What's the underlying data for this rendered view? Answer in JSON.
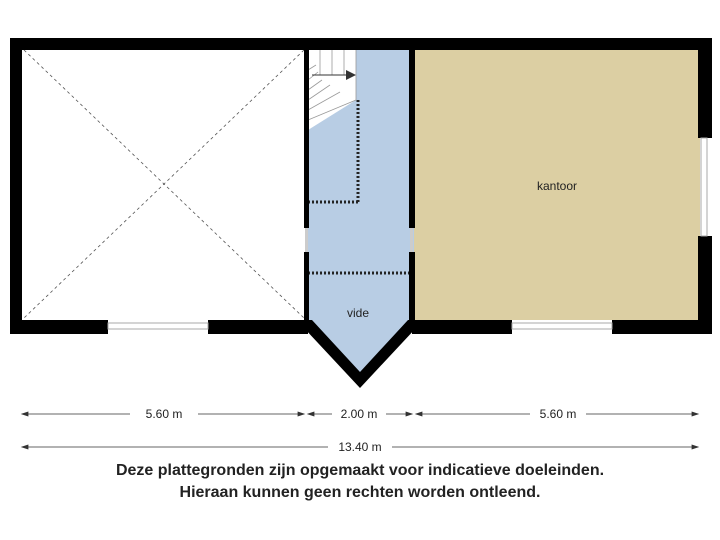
{
  "colors": {
    "wall": "#000000",
    "office_floor": "#dccfa3",
    "hall_floor": "#b8cde4",
    "open_floor": "#ffffff",
    "window": "#cfcfcf"
  },
  "rooms": {
    "office_label": "kantoor",
    "void_label": "vide"
  },
  "dimensions": {
    "left": "5.60 m",
    "middle": "2.00 m",
    "right": "5.60 m",
    "total": "13.40 m"
  },
  "disclaimer": {
    "line1": "Deze plattegronden zijn opgemaakt voor indicatieve doeleinden.",
    "line2": "Hieraan kunnen geen rechten worden ontleend."
  }
}
